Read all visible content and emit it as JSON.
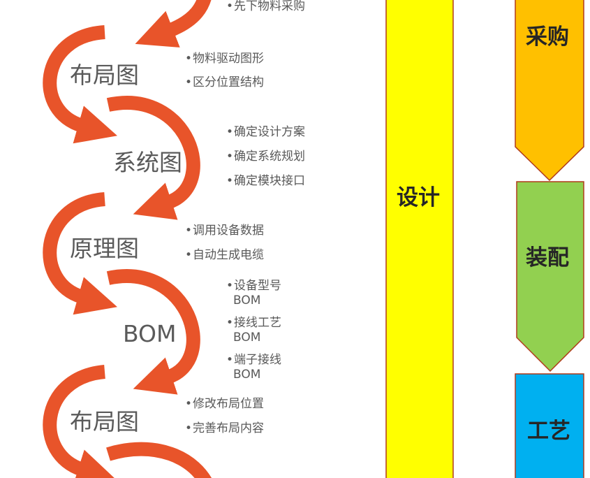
{
  "colors": {
    "arrow": "#E8542A",
    "design_bar": "#FFFF00",
    "purchase": "#FFC000",
    "assembly": "#92D050",
    "process": "#00B0F0",
    "border": "#B03A1A"
  },
  "steps": [
    {
      "label": "布局图"
    },
    {
      "label": "系统图"
    },
    {
      "label": "原理图"
    },
    {
      "label": "BOM"
    },
    {
      "label": "布局图"
    }
  ],
  "bullets": [
    {
      "text": "先下物料采购"
    },
    {
      "text": "物料驱动图形"
    },
    {
      "text": "区分位置结构"
    },
    {
      "text": "确定设计方案"
    },
    {
      "text": "确定系统规划"
    },
    {
      "text": "确定模块接口"
    },
    {
      "text": "调用设备数据"
    },
    {
      "text": "自动生成电缆"
    },
    {
      "text": "设备型号",
      "text2": "BOM"
    },
    {
      "text": "接线工艺",
      "text2": "BOM"
    },
    {
      "text": "端子接线",
      "text2": "BOM"
    },
    {
      "text": "修改布局位置"
    },
    {
      "text": "完善布局内容"
    }
  ],
  "phases": {
    "design": "设计",
    "purchase": "采购",
    "assembly": "装配",
    "process": "工艺"
  }
}
